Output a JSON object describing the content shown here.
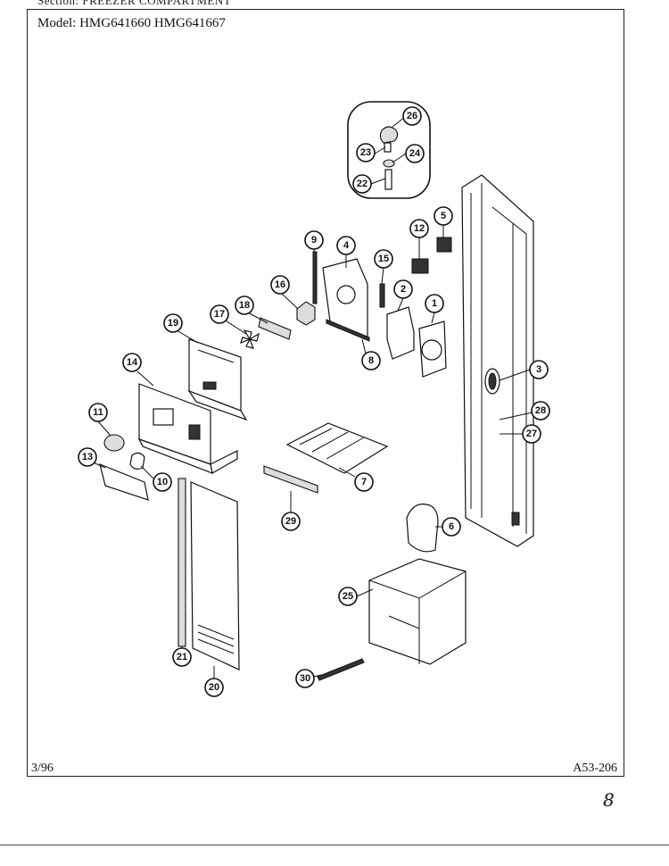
{
  "header": {
    "section": "Section:  FREEZER COMPARTMENT",
    "model": "Model:  HMG641660  HMG641667"
  },
  "footer": {
    "date": "3/96",
    "code": "A53-206",
    "page_mark": "8"
  },
  "callouts": [
    {
      "id": "c1",
      "label": "1"
    },
    {
      "id": "c2",
      "label": "2"
    },
    {
      "id": "c3",
      "label": "3"
    },
    {
      "id": "c4",
      "label": "4"
    },
    {
      "id": "c5",
      "label": "5"
    },
    {
      "id": "c6",
      "label": "6"
    },
    {
      "id": "c7",
      "label": "7"
    },
    {
      "id": "c8",
      "label": "8"
    },
    {
      "id": "c9",
      "label": "9"
    },
    {
      "id": "c10",
      "label": "10"
    },
    {
      "id": "c11",
      "label": "11"
    },
    {
      "id": "c12",
      "label": "12"
    },
    {
      "id": "c13",
      "label": "13"
    },
    {
      "id": "c14",
      "label": "14"
    },
    {
      "id": "c15",
      "label": "15"
    },
    {
      "id": "c16",
      "label": "16"
    },
    {
      "id": "c17",
      "label": "17"
    },
    {
      "id": "c18",
      "label": "18"
    },
    {
      "id": "c19",
      "label": "19"
    },
    {
      "id": "c20",
      "label": "20"
    },
    {
      "id": "c21",
      "label": "21"
    },
    {
      "id": "c22",
      "label": "22"
    },
    {
      "id": "c23",
      "label": "23"
    },
    {
      "id": "c24",
      "label": "24"
    },
    {
      "id": "c25",
      "label": "25"
    },
    {
      "id": "c26",
      "label": "26"
    },
    {
      "id": "c27",
      "label": "27"
    },
    {
      "id": "c28",
      "label": "28"
    },
    {
      "id": "c29",
      "label": "29"
    },
    {
      "id": "c30",
      "label": "30"
    }
  ]
}
